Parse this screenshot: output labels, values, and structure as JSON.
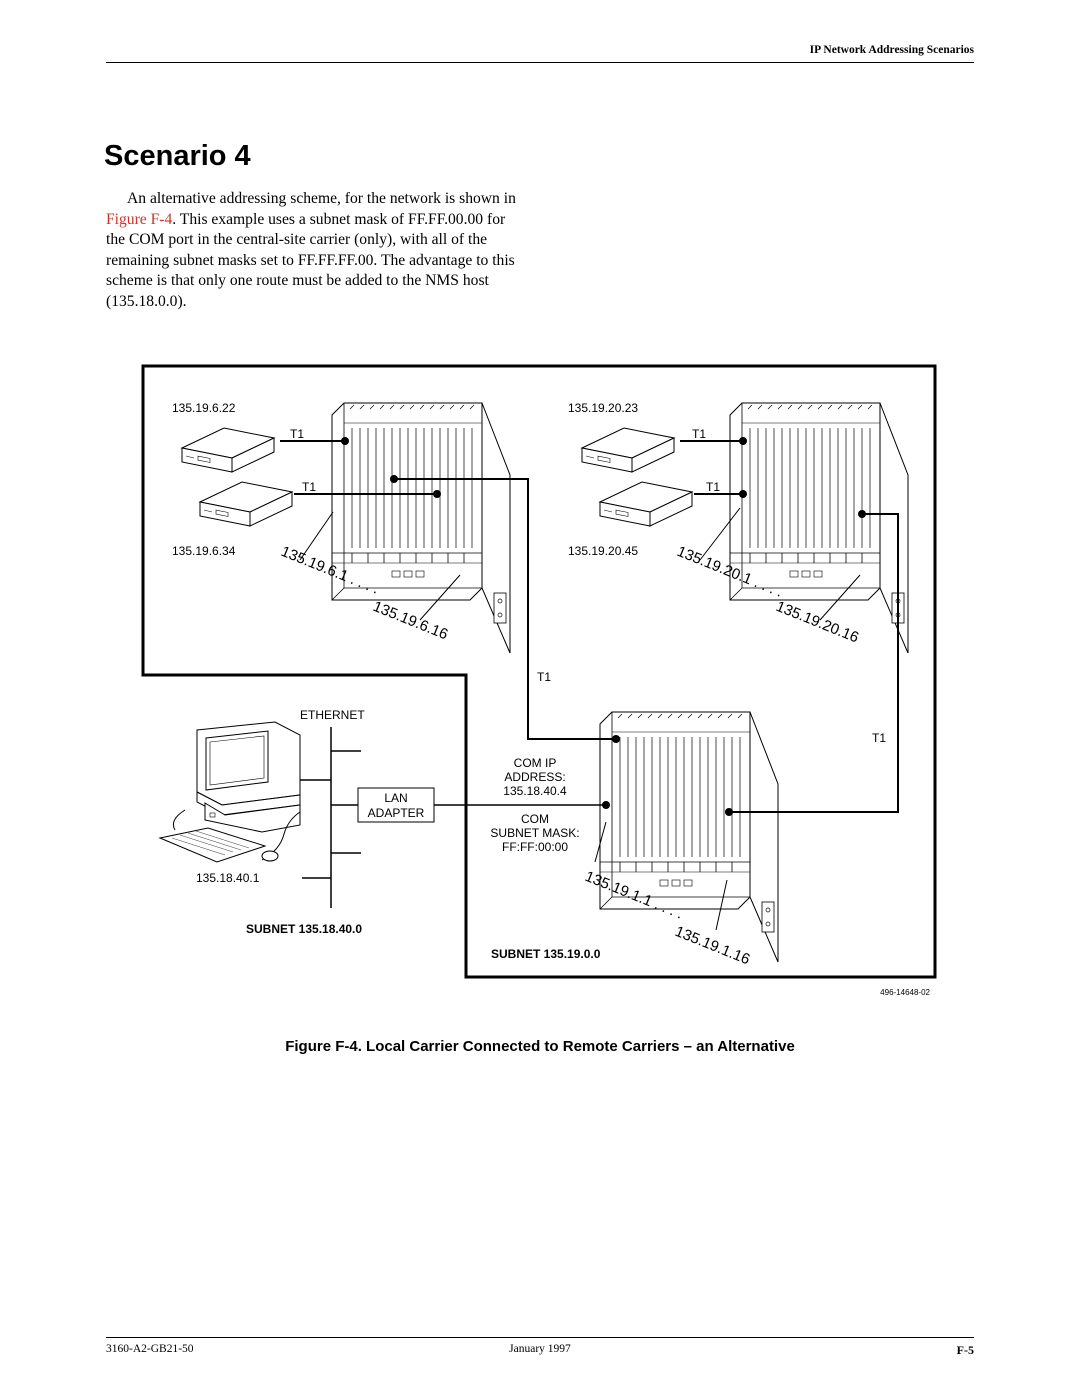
{
  "header": {
    "running_title": "IP Network Addressing Scenarios"
  },
  "section": {
    "title": "Scenario 4",
    "para_before_link": "An alternative addressing scheme, for the network is shown in ",
    "link_text": "Figure F-4",
    "para_after_link": ". This example uses a subnet mask of FF.FF.00.00 for the COM port in the central-site carrier (only), with all of the remaining subnet masks set to FF.FF.FF.00. The advantage to this scheme is that only one route must be added to the NMS host (135.18.0.0)."
  },
  "figure": {
    "left_carrier": {
      "dsu_top_ip": "135.19.6.22",
      "dsu_bottom_ip": "135.19.6.34",
      "t1_top": "T1",
      "t1_bottom": "T1",
      "range_start": "135.19.6.1",
      "range_dots": ". . . .",
      "range_end": "135.19.6.16"
    },
    "right_carrier": {
      "dsu_top_ip": "135.19.20.23",
      "dsu_bottom_ip": "135.19.20.45",
      "t1_top": "T1",
      "t1_bottom": "T1",
      "range_start": "135.19.20.1",
      "range_dots": ". . . .",
      "range_end": "135.19.20.16"
    },
    "central_carrier": {
      "t1_left": "T1",
      "t1_right": "T1",
      "com_ip_label": "COM IP",
      "address_label": "ADDRESS:",
      "com_ip_address": "135.18.40.4",
      "com_label": "COM",
      "subnet_mask_label": "SUBNET MASK:",
      "subnet_mask_value": "FF:FF:00:00",
      "range_start": "135.19.1.1",
      "range_dots": ". . . .",
      "range_end": "135.19.1.16",
      "subnet": "SUBNET 135.19.0.0"
    },
    "lan": {
      "ethernet_label": "ETHERNET",
      "lan_label": "LAN",
      "adapter_label": "ADAPTER",
      "workstation_ip": "135.18.40.1",
      "subnet": "SUBNET 135.18.40.0"
    },
    "figure_id": "496-14648-02"
  },
  "caption": "Figure F-4.  Local Carrier Connected to Remote Carriers – an Alternative",
  "footer": {
    "doc_number": "3160-A2-GB21-50",
    "date": "January 1997",
    "page": "F-5"
  }
}
